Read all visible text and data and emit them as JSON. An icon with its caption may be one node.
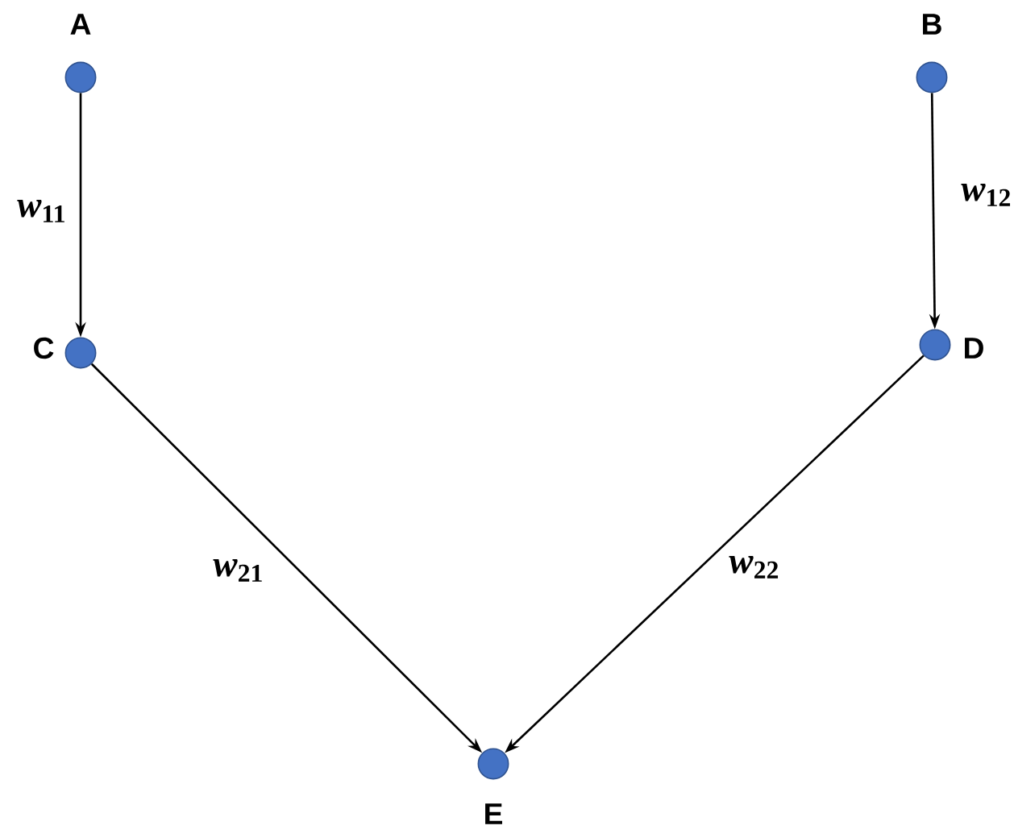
{
  "diagram": {
    "nodes": [
      {
        "text": [
          "A"
        ]
      },
      {
        "text": [
          "B"
        ]
      },
      {
        "text": [
          "C"
        ]
      },
      {
        "text": [
          "D"
        ]
      },
      {
        "text": [
          "E"
        ]
      }
    ],
    "edges": [
      {
        "from": 0,
        "to": 2,
        "arrow": "to",
        "label": "*w*$_{11}$"
      },
      {
        "from": 1,
        "to": 3,
        "arrow": "to",
        "label": "*w*$_{12}$"
      },
      {
        "from": 2,
        "to": 4,
        "arrow": "to",
        "label": "*w*$_{21}$"
      },
      {
        "from": 3,
        "to": 4,
        "arrow": "to",
        "label": "*w*$_{22}$"
      }
    ]
  }
}
